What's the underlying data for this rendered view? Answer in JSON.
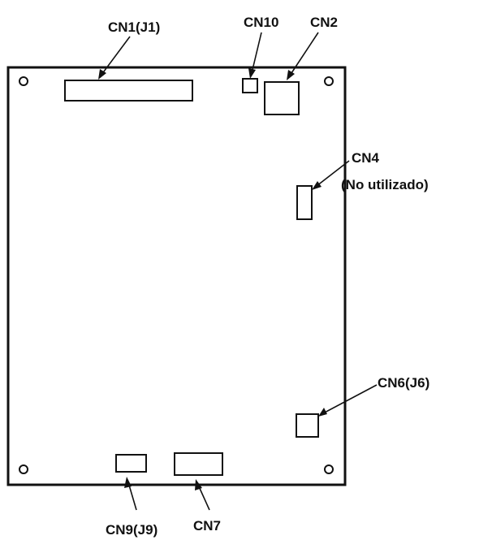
{
  "labels": {
    "cn1": "CN1(J1)",
    "cn10": "CN10",
    "cn2": "CN2",
    "cn4": "CN4",
    "cn4_note": "(No utilizado)",
    "cn6": "CN6(J6)",
    "cn9": "CN9(J9)",
    "cn7": "CN7"
  },
  "colors": {
    "ink": "#111111",
    "background": "#ffffff"
  }
}
